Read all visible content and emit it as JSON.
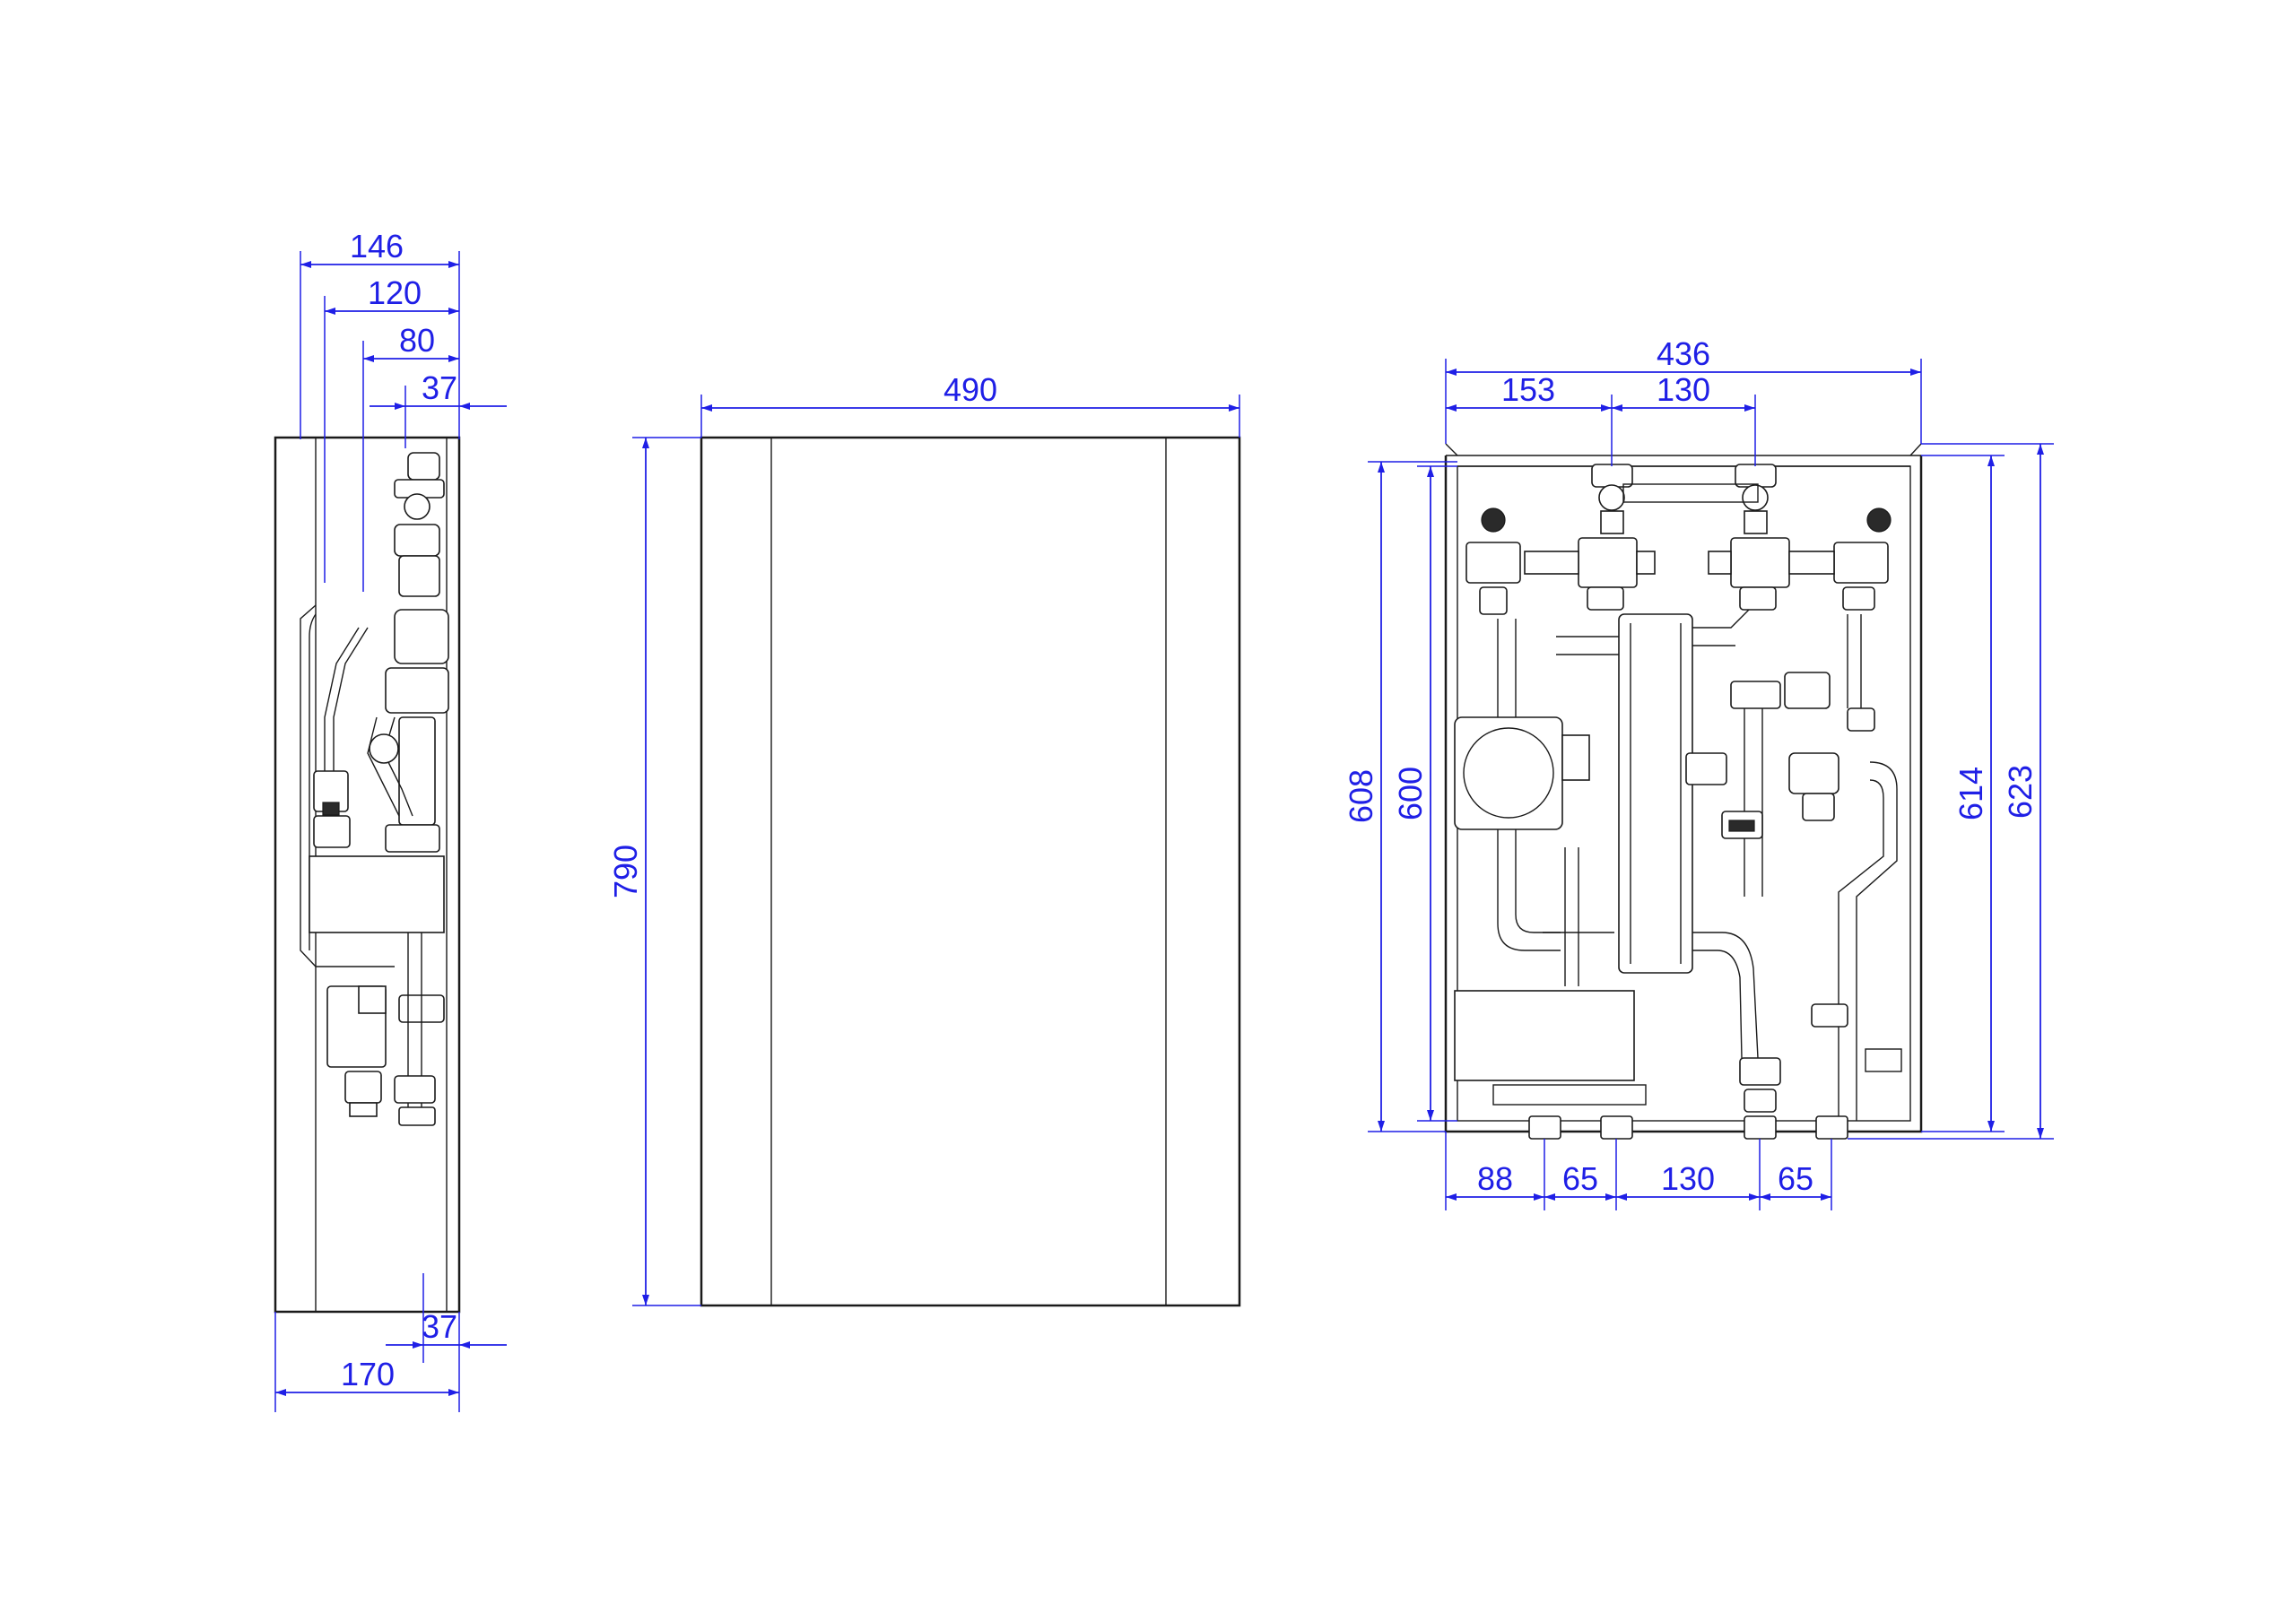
{
  "colors": {
    "dimension": "#1f1fe6",
    "outline": "#1a1a1a",
    "background": "#ffffff"
  },
  "side_view": {
    "dims_top": [
      "146",
      "120",
      "80",
      "37"
    ],
    "dims_bottom": [
      "37",
      "170"
    ]
  },
  "front_view": {
    "width": "490",
    "height": "790"
  },
  "open_view": {
    "dims_top": [
      "436",
      "153",
      "130"
    ],
    "dims_left": [
      "608",
      "600"
    ],
    "dims_right": [
      "614",
      "623"
    ],
    "dims_bottom": [
      "88",
      "65",
      "130",
      "65"
    ]
  }
}
